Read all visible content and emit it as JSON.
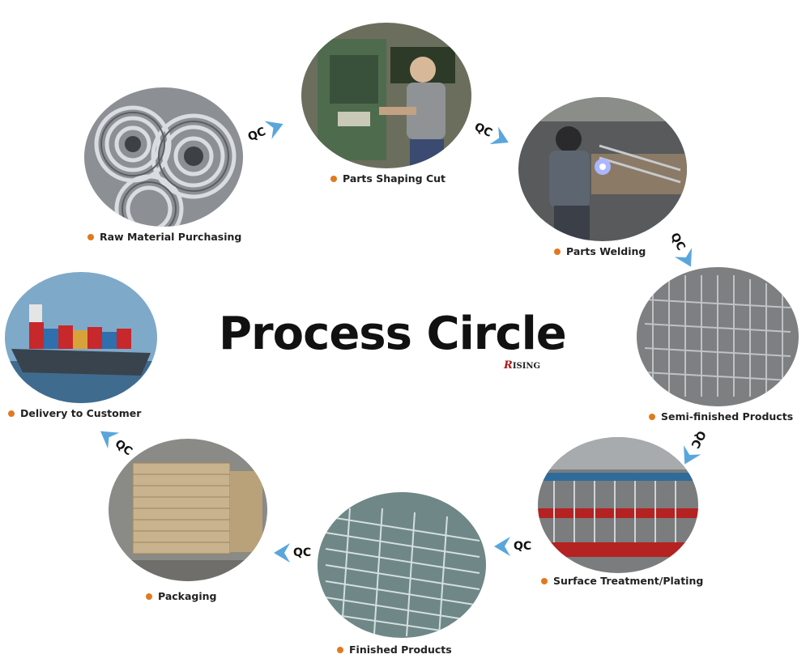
{
  "title": "Process Circle",
  "logo": {
    "first": "R",
    "rest": "ISING"
  },
  "qc_label": "QC",
  "colors": {
    "bullet": "#e07a1f",
    "arrow": "#5aa6dc",
    "title": "#111111"
  },
  "steps": [
    {
      "label": "Raw Material Purchasing",
      "photo": "steel-wire-coils"
    },
    {
      "label": "Parts Shaping Cut",
      "photo": "press-machine-operator"
    },
    {
      "label": "Parts Welding",
      "photo": "welder-at-workbench"
    },
    {
      "label": "Semi-finished Products",
      "photo": "stacked-wire-panels"
    },
    {
      "label": "Surface Treatment/Plating",
      "photo": "plating-line"
    },
    {
      "label": "Finished Products",
      "photo": "finished-wire-racks"
    },
    {
      "label": "Packaging",
      "photo": "cardboard-boxes-pallet"
    },
    {
      "label": "Delivery to Customer",
      "photo": "container-ship"
    }
  ]
}
